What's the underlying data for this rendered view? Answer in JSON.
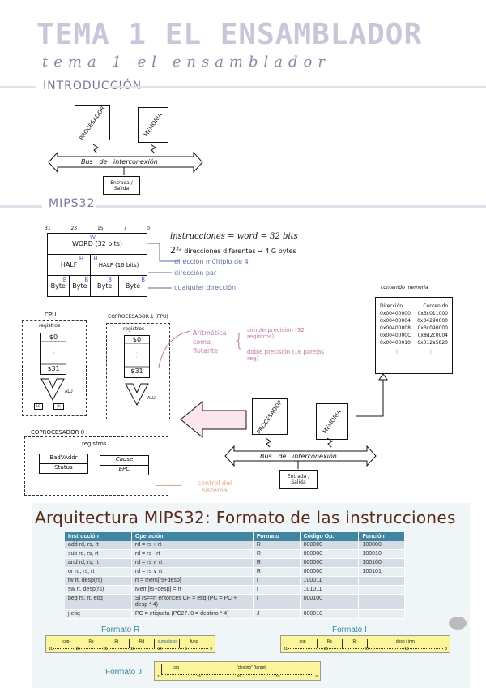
{
  "title": {
    "block": "TEMA 1 EL ENSAMBLADOR",
    "script": "tema 1 el ensamblador"
  },
  "sections": {
    "intro": "INTRODUCCIÓN",
    "mips": "MIPS32"
  },
  "bus_diagram": {
    "processor": "PROCESADOR",
    "memory": "MEMORIA",
    "bus": "Bus   de   interconexión",
    "io": "Entrada / Salida"
  },
  "word_table": {
    "bits": [
      "31",
      "23",
      "15",
      "7",
      "0"
    ],
    "word": "WORD",
    "word_sup": "W",
    "word_note": "(32 bits)",
    "half": "HALF",
    "half_sup": "H",
    "half2": "HALF (16 bits)",
    "byte": "Byte",
    "byte_sup": "B"
  },
  "notes": {
    "line1": "instrucciones = word = 32 bits",
    "line2_base": "2",
    "line2_exp": "32",
    "line2_rest": "direcciones diferentes → 4 G bytes",
    "word_addr": "dirección múltiplo de 4",
    "half_addr": "dirección par",
    "byte_addr": "cualquier dirección"
  },
  "cpu": {
    "label": "CPU",
    "registers": "registros",
    "r0": "$0",
    "dots": "⋮",
    "r31": "$31",
    "alu": "ALU",
    "lo": "LO",
    "hi": "HI"
  },
  "fpu": {
    "label": "COPROCESADOR 1 (FPU)",
    "registers": "registros",
    "r0": "$0",
    "dots": "⋮",
    "r31": "$31",
    "alu": "ALU"
  },
  "float_notes": {
    "arith": "Aritmética coma flotante",
    "simple": "simple precisión (32 registros)",
    "double": "doble precisión (16 parejas reg)"
  },
  "memory_content": {
    "title": "contenido memoria",
    "col_addr": "Dirección",
    "col_content": "Contenido",
    "rows": [
      [
        "0x00400000",
        "0x3c011000"
      ],
      [
        "0x00400004",
        "0x34290000"
      ],
      [
        "0x00400008",
        "0x3c090000"
      ],
      [
        "0x0040000C",
        "0x8d2c0004"
      ],
      [
        "0x00400010",
        "0x012a5820"
      ]
    ],
    "dots": "⋮"
  },
  "cop0": {
    "label": "COPROCESADOR 0",
    "registers": "registros",
    "r1": "BadVAddr",
    "r2": "Status",
    "r3": "Cause",
    "r4": "EPC",
    "note": "control del sistema"
  },
  "slide": {
    "title": "Arquitectura MIPS32:  Formato de las instrucciones",
    "headers": [
      "Instrucción",
      "Operación",
      "Formato",
      "Código Op.",
      "Función"
    ],
    "rows": [
      [
        "add rd, rs, rt",
        "rd = rs + rt",
        "R",
        "000000",
        "100000"
      ],
      [
        "sub rd, rs, rt",
        "rd = rs - rt",
        "R",
        "000000",
        "100010"
      ],
      [
        "and rd, rs, rt",
        "rd = rs ∧ rt",
        "R",
        "000000",
        "100100"
      ],
      [
        "or rd, rs, rt",
        "rd = rs ∨ rt",
        "R",
        "000000",
        "100101"
      ],
      [
        "lw rt, desp(rs)",
        "rt = mem[rs+desp]",
        "I",
        "100011",
        ""
      ],
      [
        "sw rt, desp(rs)",
        "Mem[rs+desp] = rt",
        "I",
        "101011",
        ""
      ],
      [
        "beq rs, rt, etiq",
        "Si rs==rt entonces CP = etiq (PC = PC + desp * 4)",
        "I",
        "000100",
        ""
      ],
      [
        "j etiq",
        "PC = etiqueta (PC27..0 = destino * 4)",
        "J",
        "000010",
        ""
      ]
    ],
    "formats": {
      "R": {
        "label": "Formato R",
        "fields": [
          "cop",
          "Rs",
          "Rt",
          "Rd",
          "sumadesp",
          "func"
        ],
        "bits": [
          "31",
          "25",
          "20",
          "15",
          "10",
          "5",
          "0"
        ]
      },
      "I": {
        "label": "Formato I",
        "fields": [
          "cop",
          "Rs",
          "Rt",
          "desp / inm"
        ],
        "bits": [
          "31",
          "26",
          "20",
          "15",
          "0"
        ]
      },
      "J": {
        "label": "Formato J",
        "fields": [
          "cop",
          "\"destino\" (target)"
        ],
        "bits": [
          "31",
          "26",
          "20",
          "15",
          "0"
        ]
      }
    }
  }
}
